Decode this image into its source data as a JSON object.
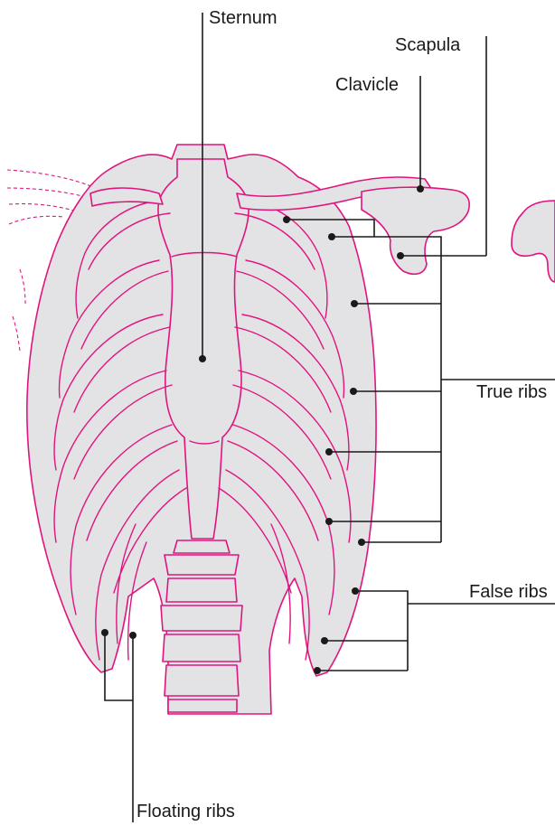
{
  "labels": {
    "sternum": "Sternum",
    "scapula": "Scapula",
    "clavicle": "Clavicle",
    "true_ribs": "True ribs",
    "false_ribs": "False ribs",
    "floating_ribs": "Floating ribs"
  },
  "colors": {
    "bone_outline": "#e0147f",
    "bone_fill": "#e3e3e5",
    "leader_lines": "#1a1a1a"
  }
}
